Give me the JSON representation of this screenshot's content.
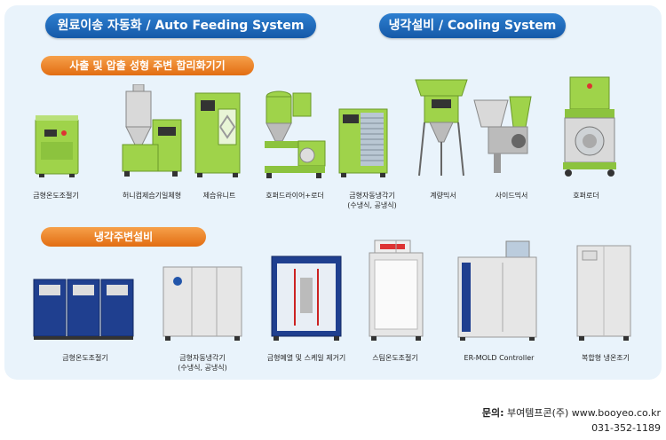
{
  "header": {
    "left_title": "원료이송 자동화 / Auto Feeding System",
    "right_title": "냉각설비 / Cooling System"
  },
  "section1": {
    "title": "사출 및 압출 성형 주변 합리화기기",
    "items": [
      {
        "label": "금형온도조절기"
      },
      {
        "label": "허니컴제습기일체형"
      },
      {
        "label": "제습유니트"
      },
      {
        "label": "호퍼드라이어+로더"
      },
      {
        "label": "금형자동냉각기",
        "sub": "(수냉식, 공냉식)"
      },
      {
        "label": "계량믹서"
      },
      {
        "label": "사이드믹서"
      },
      {
        "label": "호퍼로더"
      }
    ]
  },
  "section2": {
    "title": "냉각주변설비",
    "items": [
      {
        "label": "금형온도조절기"
      },
      {
        "label": "금형자동냉각기",
        "sub": "(수냉식, 공냉식)"
      },
      {
        "label": "금형예열 및 스케일 제거기"
      },
      {
        "label": "스팀온도조절기"
      },
      {
        "label": "ER-MOLD Controller"
      },
      {
        "label": "복합형 냉온조기"
      }
    ]
  },
  "footer": {
    "contact_label": "문의:",
    "contact_text": "부여템프콘(주) www.booyeo.co.kr",
    "phone": "031-352-1189"
  },
  "colors": {
    "panel": "#e9f3fb",
    "title_pill": "#1f6cbf",
    "section_pill": "#ef8526",
    "machine_green": "#9fd34a",
    "machine_blue": "#1f3f8f"
  }
}
